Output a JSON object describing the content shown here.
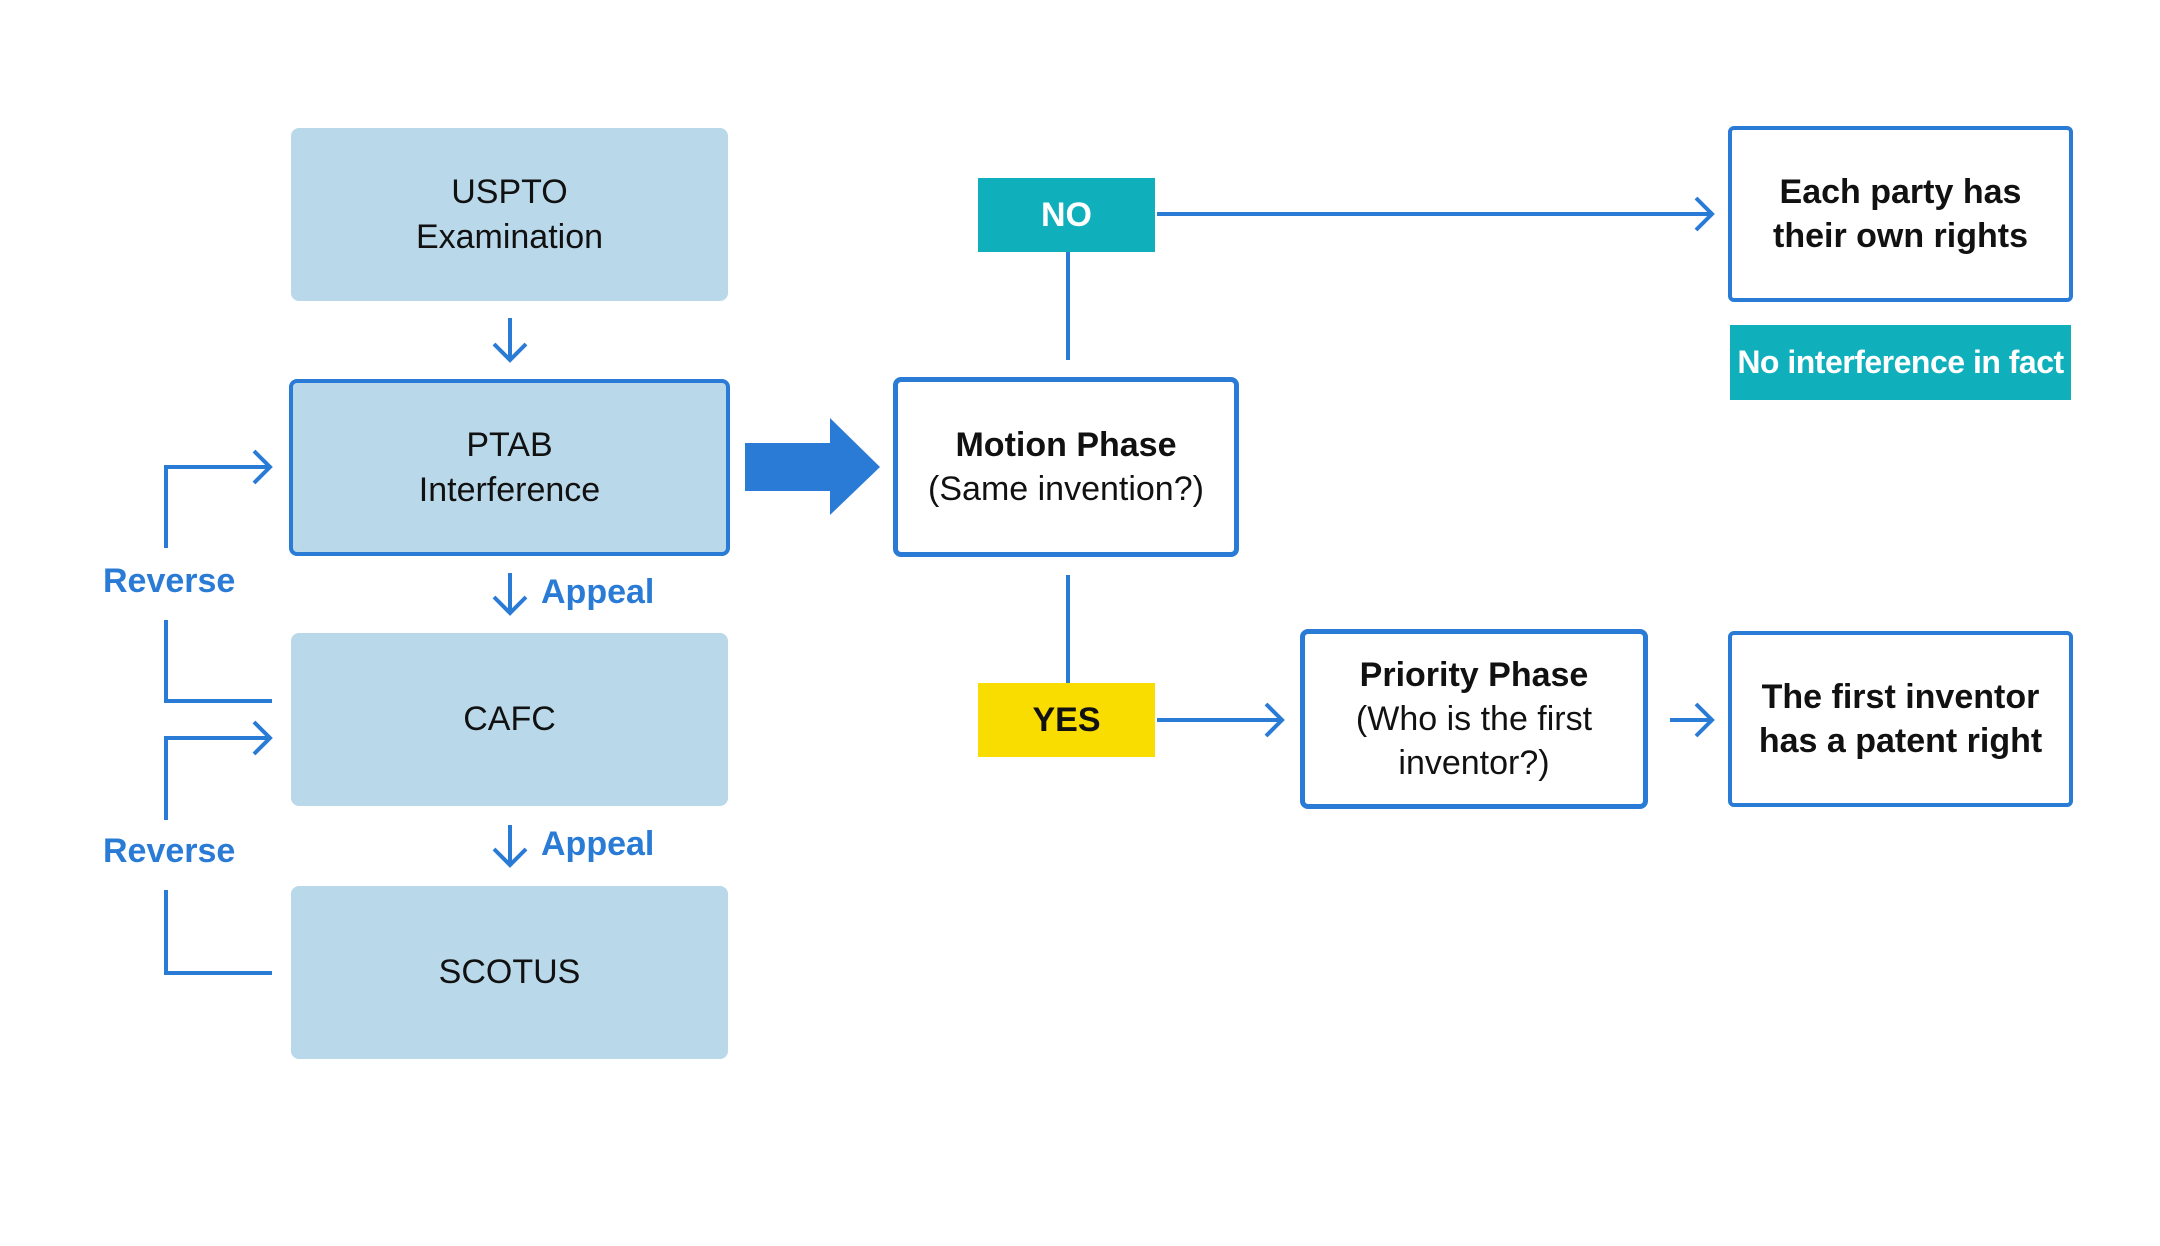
{
  "left_column": {
    "uspto": {
      "line1": "USPTO",
      "line2": "Examination"
    },
    "ptab": {
      "line1": "PTAB",
      "line2": "Interference"
    },
    "cafc": {
      "label": "CAFC"
    },
    "scotus": {
      "label": "SCOTUS"
    },
    "appeal_label_1": "Appeal",
    "appeal_label_2": "Appeal",
    "reverse_label_1": "Reverse",
    "reverse_label_2": "Reverse"
  },
  "motion_phase": {
    "title": "Motion Phase",
    "question": "(Same invention?)"
  },
  "no_branch": {
    "tag": "NO",
    "outcome_line1": "Each party has",
    "outcome_line2": "their own rights",
    "note": "No interference in fact"
  },
  "yes_branch": {
    "tag": "YES",
    "priority_title": "Priority Phase",
    "priority_question_line1": "(Who is the first",
    "priority_question_line2": "inventor?)",
    "outcome_line1": "The first inventor",
    "outcome_line2": "has a patent right"
  },
  "colors": {
    "accent_blue": "#2a7bd6",
    "court_fill": "#b9d8ea",
    "teal": "#0fb0bc",
    "yellow": "#f9dc00"
  }
}
